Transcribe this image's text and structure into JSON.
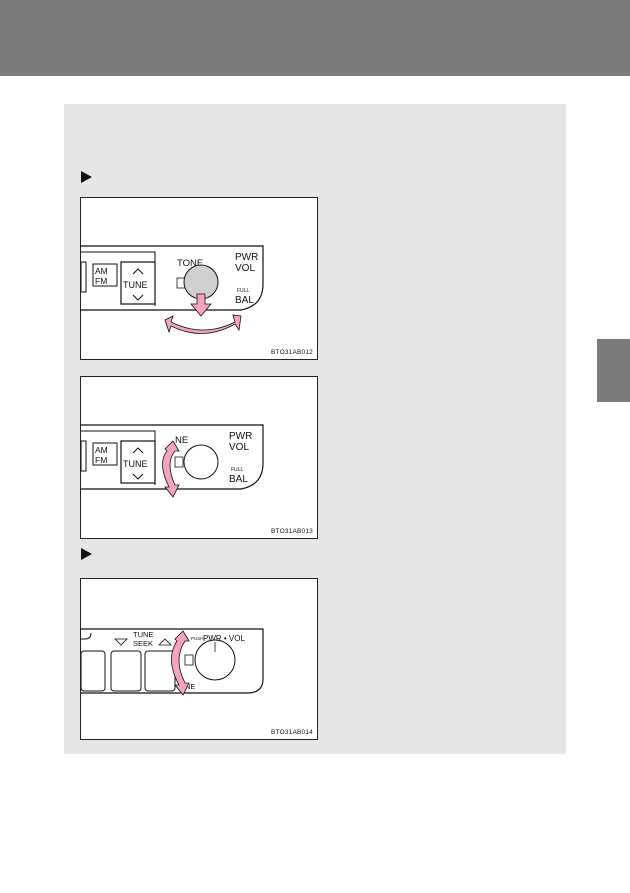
{
  "figures": [
    {
      "code": "BTO31AB012",
      "labels": {
        "am": "AM",
        "fm": "FM",
        "tune": "TUNE",
        "tone": "TONE",
        "pwr": "PWR",
        "vol": "VOL",
        "full": "FULL",
        "bal": "BAL"
      }
    },
    {
      "code": "BTO31AB013",
      "labels": {
        "am": "AM",
        "fm": "FM",
        "tune": "TUNE",
        "ne": "NE",
        "pwr": "PWR",
        "vol": "VOL",
        "full": "FULL",
        "bal": "BAL"
      }
    },
    {
      "code": "BTO31AB014",
      "labels": {
        "tune": "TUNE",
        "seek": "SEEK",
        "push": "PUSH",
        "pwr_vol": "PWR • VOL",
        "ne": "NE"
      }
    }
  ],
  "colors": {
    "header": "#7b7b7b",
    "section": "#e6e6e7",
    "arrow": "#f3a4c3",
    "tab": "#7b7b7b"
  }
}
